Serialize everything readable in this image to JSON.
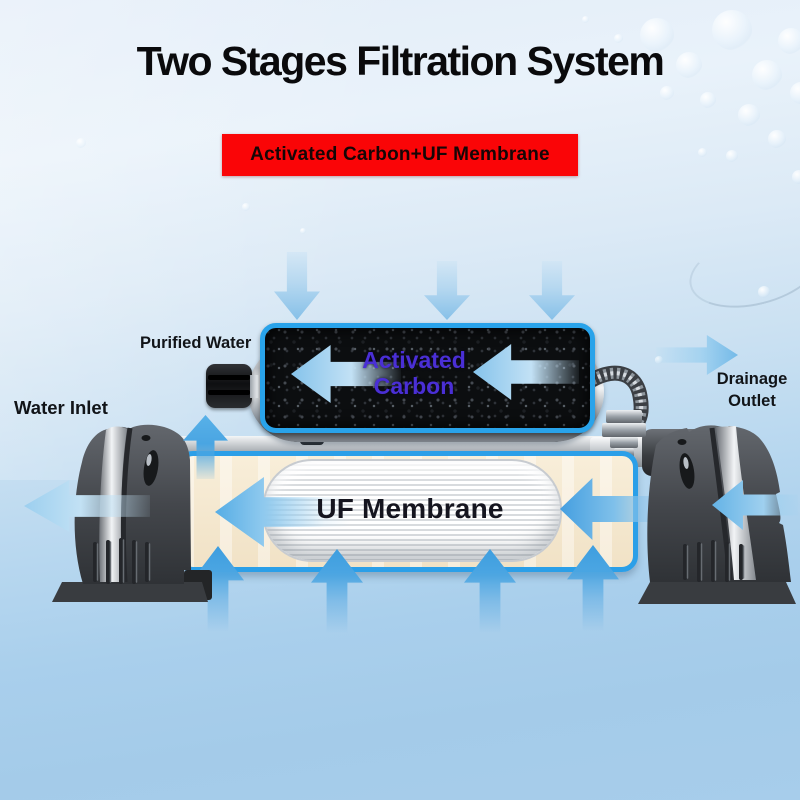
{
  "title": "Two Stages Filtration System",
  "banner": {
    "label": "Activated Carbon+UF Membrane"
  },
  "diagram": {
    "carbon_filter": {
      "label_line1": "Activated",
      "label_line2": "Carbon"
    },
    "uf_membrane": {
      "label": "UF Membrane"
    },
    "labels": {
      "purified_water": "Purified Water",
      "water_inlet": "Water Inlet",
      "drainage_outlet_line1": "Drainage",
      "drainage_outlet_line2": "Outlet"
    },
    "icons": [
      "arrow-down-icon",
      "arrow-left-icon",
      "arrow-up-icon",
      "arrow-right-icon",
      "water-bubble-icon",
      "drainage-hose-icon",
      "mount-bracket-icon"
    ],
    "colors": {
      "banner_red": "#fa0507",
      "filter_border_blue": "#29a3ea",
      "arrow_blue": "#4aa5e2",
      "carbon_text_purple": "#4a2fd6",
      "membrane_cream": "#f3e5cd",
      "background_blue": "#a5cbe9",
      "title_black": "#0a0a0c"
    }
  }
}
